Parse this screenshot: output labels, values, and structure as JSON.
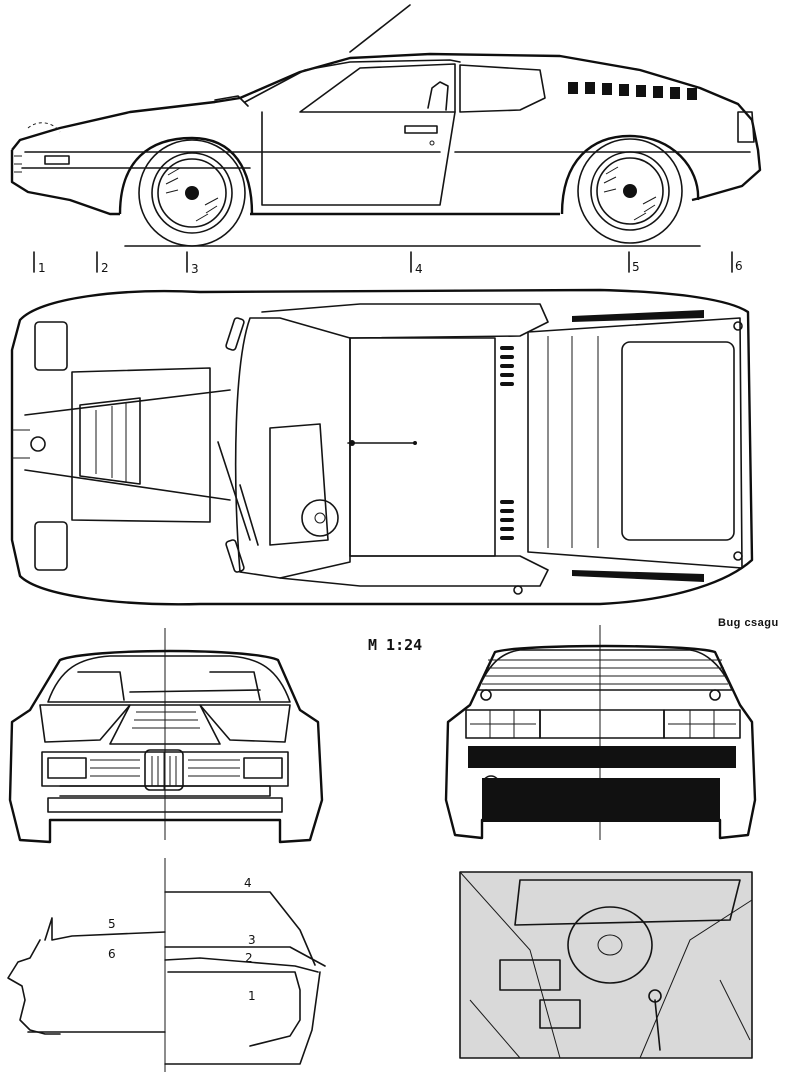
{
  "scale_label": "M 1:24",
  "credit": "Bug csagu",
  "station_numbers": [
    "1",
    "2",
    "3",
    "4",
    "5",
    "6"
  ],
  "section_numbers": [
    "1",
    "2",
    "3",
    "4",
    "5",
    "6"
  ]
}
